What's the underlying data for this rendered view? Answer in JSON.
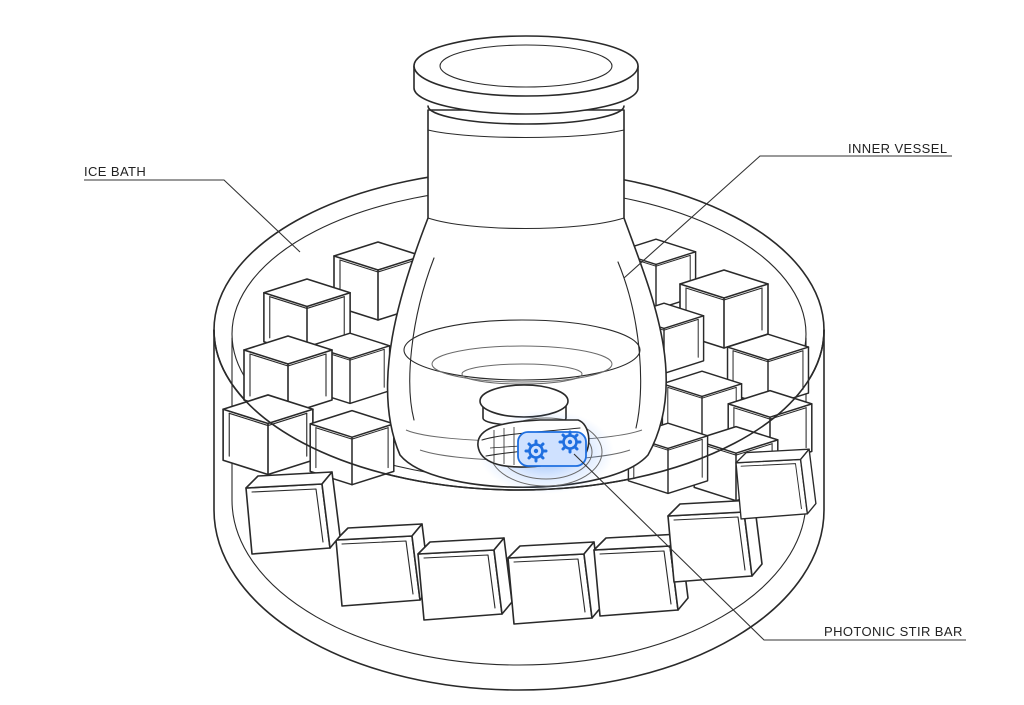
{
  "labels": {
    "ice_bath": "ICE BATH",
    "inner_vessel": "INNER VESSEL",
    "photonic_stir_bar": "PHOTONIC STIR BAR"
  },
  "colors": {
    "line": "#2a2a2a",
    "stir_bar_glow": "#1f6fe0",
    "background": "#ffffff"
  },
  "icons": [
    "gear-icon",
    "gear-icon"
  ]
}
